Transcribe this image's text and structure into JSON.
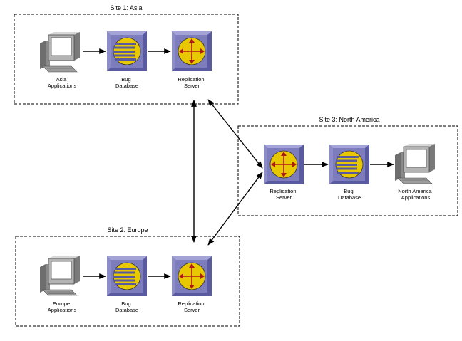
{
  "sites": [
    {
      "title": "Site 1: Asia",
      "nodes": {
        "applications": [
          "Asia",
          "Applications"
        ],
        "database": [
          "Bug",
          "Database"
        ],
        "replication": [
          "Replication",
          "Server"
        ]
      }
    },
    {
      "title": "Site 2: Europe",
      "nodes": {
        "applications": [
          "Europe",
          "Applications"
        ],
        "database": [
          "Bug",
          "Database"
        ],
        "replication": [
          "Replication",
          "Server"
        ]
      }
    },
    {
      "title": "Site 3: North America",
      "nodes": {
        "replication": [
          "Replication",
          "Server"
        ],
        "database": [
          "Bug",
          "Database"
        ],
        "applications": [
          "North America",
          "Applications"
        ]
      }
    }
  ],
  "colors": {
    "icon_frame": "#5a5aa0",
    "icon_face": "#7d7dbd",
    "icon_yellow": "#e8c800",
    "router_arrow": "#b01818",
    "monitor_gray": "#9a9a9a"
  },
  "icons": [
    "computer-icon",
    "database-icon",
    "replication-server-icon"
  ]
}
